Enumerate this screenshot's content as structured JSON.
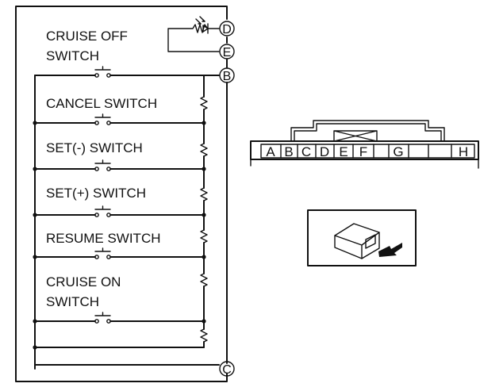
{
  "switches": {
    "cruise_off": [
      "CRUISE OFF",
      "SWITCH"
    ],
    "cancel": "CANCEL SWITCH",
    "set_minus": "SET(-) SWITCH",
    "set_plus": "SET(+) SWITCH",
    "resume": "RESUME SWITCH",
    "cruise_on": [
      "CRUISE ON",
      "SWITCH"
    ]
  },
  "terminals": {
    "d": "D",
    "e": "E",
    "b": "B",
    "c": "C"
  },
  "connector": {
    "pins": [
      "A",
      "B",
      "C",
      "D",
      "E",
      "F",
      "G",
      "H"
    ]
  }
}
